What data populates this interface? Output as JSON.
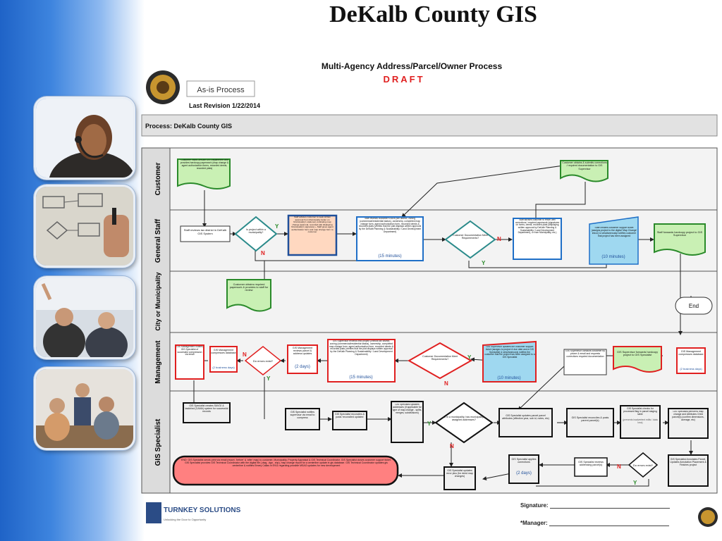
{
  "page_title": "DeKalb County GIS",
  "photos": [
    "support-agent-photo",
    "flowchart-sketch-photo",
    "presentation-photo",
    "team-meeting-photo"
  ],
  "diagram": {
    "heading": "Multi-Agency Address/Parcel/Owner Process",
    "status": "DRAFT",
    "as_is": "As-is Process",
    "revision": "Last Revision 1/22/2014",
    "process": "Process: DeKalb County GIS",
    "lanes": [
      "Customer",
      "General Staff",
      "City or Municipality",
      "Management",
      "GIS Specialist"
    ],
    "nodes": {
      "c1": "Customer visits DeKalb GIS Department and provides hardcopy paperwork (map change & agent authorization forms, recorded deeds, recorded plats)",
      "c2": "Customer obtains & submits corrections / required documentation to GIS Supervisor",
      "g1": "Staff reviews tax district in DeKalb GIS System",
      "g2": "Is project within a municipality?",
      "g3": "Staff advises customer to seek written approval from Municipality (letter on Municipality's stationery indicating map change approval, recorded plat displaying Municipality's signature) + Staff gives agent authorization form and map change form to customer",
      "g4": "Staff reviews customer's docs (tax district, zoning (commercial/residential status), ownership, completed map change form, agent authorization form, recorded deeds & recorded plats (verifies that the plat displays written approval by the DeKalb Planning & Sustainability / Land Development Department)",
      "g4t": "(15 minutes)",
      "g5": "Customer Documentation Meet Requirements?",
      "g6": "Staff advises customer to return with corrections / required paperwork (signatures on forms, deeds, recorded plats (displaying written approval by DeKalb Planning & Sustainability / Land Development Department), or from Municipality, etc.)",
      "g7": "Staff creates customer support ticket (assigns project to the digital 'Map Change' inbox) & simultaneously notifies customer that project has been assigned",
      "g7t": "(10 minutes)",
      "g8": "Staff forwards hardcopy project to GIS Supervisor",
      "m1": "Customer obtains required paperwork & provides to staff for review",
      "end": "End",
      "n1": "GIS Management notifies GIS Specialist of successful compression via email",
      "n2": "GIS Management compresses database",
      "n2t": "(2 business days)",
      "n3": "Do errors exist?",
      "n4": "GIS Management reviews parcel & address updates",
      "n4t": "(2 days)",
      "n5": "GIS Supervisor reviews new project (checks tax district, zoning (commercial/residential status), ownership, completed map change form, agent authorization form, recorded deeds & recorded plats (verifies that the plat displays written approval by the DeKalb Planning & Sustainability / Land Development Department)",
      "n5t": "(15 minutes)",
      "n6": "Customer Documentation Meet Requirements?",
      "n7": "GIS Supervisor updates the customer support ticket (assigns to project & due date and a GIS Specialist) & simultaneously notifies the customer that the project has been assigned to a GIS Specialist",
      "n7t": "(10 minutes)",
      "n8": "GIS Supervisor contacts customer by phone & email and requests corrections required documentation",
      "n9": "GIS Supervisor forwards hardcopy project to GIS Specialist",
      "n10": "GIS Management compresses database",
      "n10t": "(2 business days)",
      "s1": "GIS Specialist creates SAV02 & taskbind (CAMA) system for successful records",
      "s2": "GIS Specialist notifies supervisor via email to compress",
      "s3": "GIS Specialist reconciles & posts 'reconciled updates'",
      "s4": "GIS Specialist updates addresses (if applicable for type of map change - splits, merges, subdivisions)",
      "s5": "If in a municipality, has municipality assigned addresses?",
      "s6": "GIS Specialist updates parcel parcel attributes (effective year, sub id, notes, etc)",
      "s7": "GIS Specialist reconciles & posts parent parcel(s)",
      "s8": "GIS Specialist checks for processed flag in parcel staging table",
      "s8b": "(prevents inadvertent edits / data loss)",
      "s9": "GIS Specialist performs map change and Attributes Child parcel(s) (confirm dimensions, acreage, etc)",
      "s10": "END: GIS Specialist sends print via email (report, 'before' & 'after' map) to customer, Municipality, Property Appraisal & GIS Technical Coordinator. GIS Specialist closes customer support ticket. GIS Specialist provides GIS Technical Coordinator with the digital file (.dwg, .dgn, .shp), map change report for a centerline update in gis database. GIS Technical Coordinator updates gis centerline & notifies Emery Callas in E911 regarding possible MSAG updates for new development",
      "s11": "GIS Specialist updates error plus (for deed map changes)",
      "s12": "GIS Specialist applies corrections",
      "s12t": "(2 days)",
      "s13": "GIS Specialist reviews addressing parcel(s)",
      "s14": "Do errors exist?",
      "s15": "GIS Specialist Annotates Parcel, Updates Annotation Placement & Finishes project"
    },
    "labels": {
      "yes": "Y",
      "no": "N"
    },
    "logo_text": "TURNKEY SOLUTIONS",
    "logo_tagline": "Unlocking the Door to Opportunity",
    "signature_label": "Signature:",
    "manager_label": "*Manager:"
  },
  "colors": {
    "green": "#c9f0b4",
    "blue": "#9fd8f0",
    "pink": "#ff8080",
    "red": "#e02020",
    "gray": "#f0f0f0"
  }
}
